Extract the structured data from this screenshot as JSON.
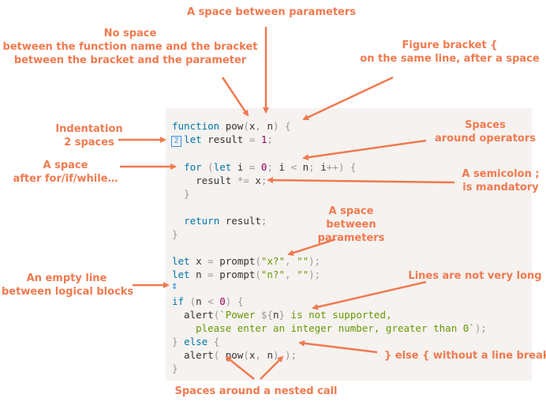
{
  "colors": {
    "annotation": "#f07a4f",
    "code_bg": "#f5f2f0",
    "keyword": "#0077aa",
    "string": "#669900",
    "number": "#990055",
    "punctuation": "#999999",
    "marker": "#3a8ee6"
  },
  "annotations": {
    "param_space": "A space between parameters",
    "no_space": {
      "l1": "No space",
      "l2": "between the function name and the bracket",
      "l3": "between the bracket and the parameter"
    },
    "figure_bracket": {
      "l1": "Figure bracket {",
      "l2": "on the same line, after a space"
    },
    "indentation": {
      "l1": "Indentation",
      "l2": "2 spaces"
    },
    "spaces_operators": {
      "l1": "Spaces",
      "l2": "around operators"
    },
    "space_after_for": {
      "l1": "A space",
      "l2": "after for/if/while…"
    },
    "semicolon": {
      "l1": "A semicolon ;",
      "l2": "is mandatory"
    },
    "space_params2": {
      "l1": "A space",
      "l2": "between",
      "l3": "parameters"
    },
    "empty_line": {
      "l1": "An empty line",
      "l2": "between logical blocks"
    },
    "lines_long": "Lines are not very long",
    "else_line": "} else { without a line break",
    "nested_call": "Spaces around a nested call"
  },
  "markers": {
    "indent_marker": "2",
    "empty_line_marker": "↕"
  },
  "code": {
    "l1": {
      "kw1": "function",
      "t1": " pow",
      "p1": "(",
      "t2": "x",
      "p2": ",",
      "t3": " n",
      "p3": ")",
      "t4": " ",
      "p4": "{"
    },
    "l2": {
      "t0": "  ",
      "kw1": "let",
      "t1": " result ",
      "p1": "=",
      "t2": " ",
      "n1": "1",
      "p2": ";"
    },
    "l3": {
      "t0": "  ",
      "kw1": "for",
      "t1": " ",
      "p1": "(",
      "kw2": "let",
      "t2": " i ",
      "p2": "=",
      "t3": " ",
      "n1": "0",
      "p3": ";",
      "t4": " i ",
      "p4": "<",
      "t5": " n",
      "p5": ";",
      "t6": " i",
      "p6": "++",
      "p7": ")",
      "t7": " ",
      "p8": "{"
    },
    "l4": {
      "t0": "    result ",
      "p1": "*=",
      "t1": " x",
      "p2": ";"
    },
    "l5": {
      "t0": "  ",
      "p1": "}"
    },
    "l6": {
      "t0": "  ",
      "kw1": "return",
      "t1": " result",
      "p1": ";"
    },
    "l7": {
      "p1": "}"
    },
    "l8": {
      "kw1": "let",
      "t1": " x ",
      "p1": "=",
      "t2": " prompt",
      "p2": "(",
      "s1": "\"x?\"",
      "p3": ",",
      "t3": " ",
      "s2": "\"\"",
      "p4": ")",
      "p5": ";"
    },
    "l9": {
      "kw1": "let",
      "t1": " n ",
      "p1": "=",
      "t2": " prompt",
      "p2": "(",
      "s1": "\"n?\"",
      "p3": ",",
      "t3": " ",
      "s2": "\"\"",
      "p4": ")",
      "p5": ";"
    },
    "l10": {
      "kw1": "if",
      "t1": " ",
      "p1": "(",
      "t2": "n ",
      "p2": "<",
      "t3": " ",
      "n1": "0",
      "p3": ")",
      "t4": " ",
      "p4": "{"
    },
    "l11": {
      "t0": "  alert",
      "p1": "(",
      "s1": "`Power ",
      "p2": "${",
      "t1": "n",
      "p3": "}",
      "s2": " is not supported,"
    },
    "l12": {
      "s1": "    please enter an integer number, greater than 0`",
      "p1": ")",
      "p2": ";"
    },
    "l13": {
      "p1": "}",
      "t1": " ",
      "kw1": "else",
      "t2": " ",
      "p2": "{"
    },
    "l14": {
      "t0": "  alert",
      "p1": "(",
      "t1": " pow",
      "p2": "(",
      "t2": "x",
      "p3": ",",
      "t3": " n",
      "p4": ")",
      "t4": " ",
      "p5": ")",
      "p6": ";"
    },
    "l15": {
      "p1": "}"
    }
  }
}
